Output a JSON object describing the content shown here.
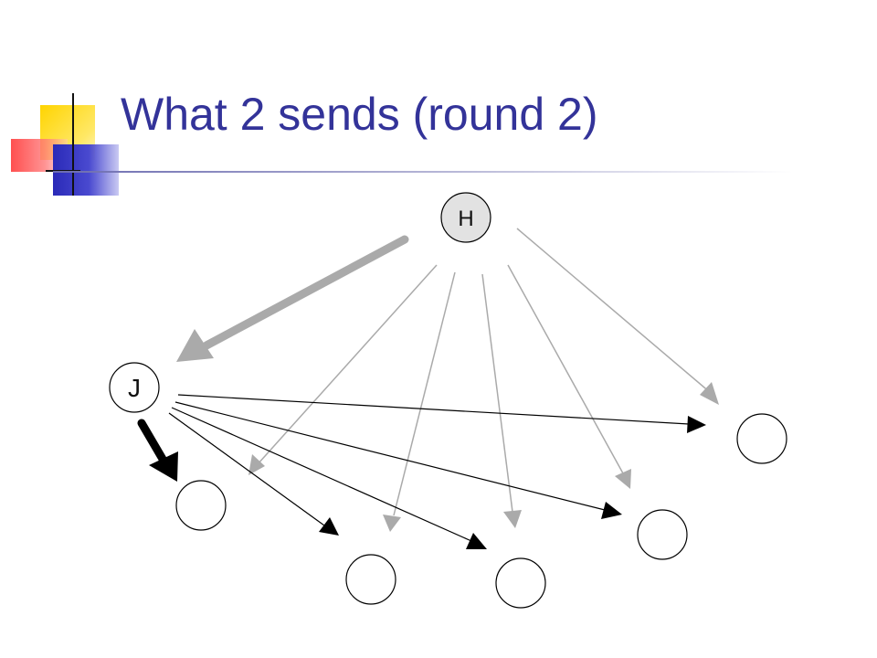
{
  "slide": {
    "title": "What 2 sends (round 2)"
  },
  "diagram": {
    "nodes": {
      "h": "H",
      "j": "J"
    },
    "colors": {
      "title": "#333399",
      "h_fill": "#e2e2e2",
      "gray_arrow": "#aaaaaa",
      "black_arrow": "#000000"
    }
  }
}
